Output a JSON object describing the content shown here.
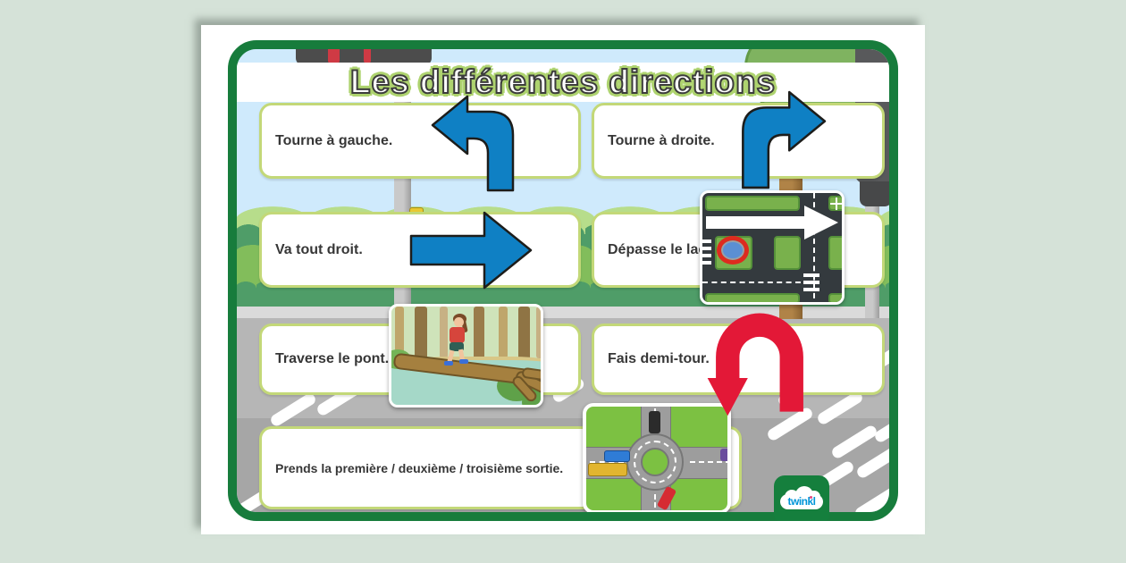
{
  "title": "Les différentes directions",
  "cards": [
    {
      "id": "tourne-a-gauche",
      "label": "Tourne à gauche.",
      "icon": "turn-left-arrow"
    },
    {
      "id": "tourne-a-droite",
      "label": "Tourne à droite.",
      "icon": "turn-right-arrow"
    },
    {
      "id": "va-tout-droit",
      "label": "Va tout droit.",
      "icon": "straight-ahead-arrow"
    },
    {
      "id": "depasse-le-lac",
      "label": "Dépasse le lac.",
      "icon": "lake-map-illustration"
    },
    {
      "id": "traverse-le-pont",
      "label": "Traverse le pont.",
      "icon": "bridge-crossing-illustration"
    },
    {
      "id": "fais-demi-tour",
      "label": "Fais demi-tour.",
      "icon": "u-turn-arrow"
    },
    {
      "id": "prends-la-sortie",
      "label": "Prends la première / deuxième / troisième sortie.",
      "icon": "roundabout-illustration"
    }
  ],
  "logo": {
    "text": "twinkl"
  },
  "colors": {
    "page_background": "#d5e2d8",
    "frame_green": "#177c3c",
    "card_border": "#c3d878",
    "arrow_blue": "#0f80c4",
    "arrow_red": "#e31837",
    "title_halo": "#aed36f",
    "sky": "#cfeafc",
    "road": "#a6a6a6",
    "logo_blue": "#0095d8"
  }
}
